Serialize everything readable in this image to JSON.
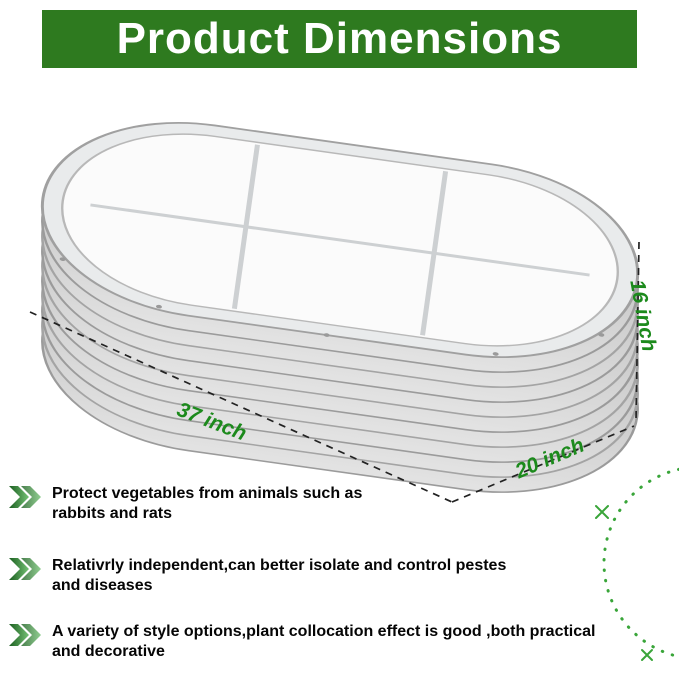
{
  "header": {
    "title": "Product Dimensions"
  },
  "dimensions": {
    "length_label": "37 inch",
    "width_label": "20 inch",
    "height_label": "16 inch"
  },
  "features": [
    {
      "text": "Protect vegetables from animals such as rabbits and rats"
    },
    {
      "text": "Relativrly independent,can better isolate and control pestes and diseases"
    },
    {
      "text": "A variety of style options,plant collocation effect is good ,both practical and decorative"
    }
  ],
  "icons": {
    "feature_bullet": "double-chevron-icon"
  },
  "colors": {
    "header_bg": "#2e7a1f",
    "dimension_label_green": "#1c8a1c",
    "accent_arc_green": "#39a539",
    "metal_silver": "#d6d6d6"
  }
}
